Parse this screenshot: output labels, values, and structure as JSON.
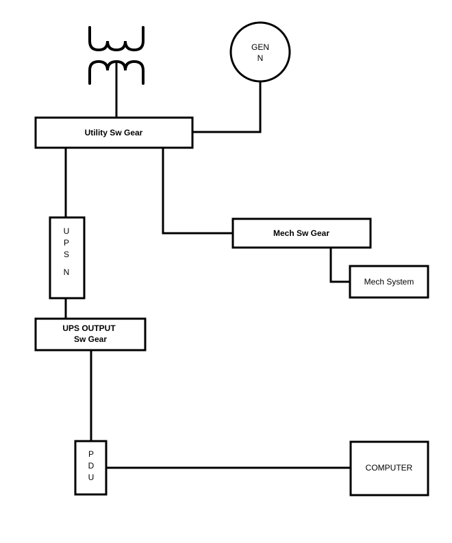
{
  "nodes": {
    "generator": {
      "line1": "GEN",
      "line2": "N"
    },
    "utility_swgear": {
      "label": "Utility Sw Gear"
    },
    "ups": {
      "letters": [
        "U",
        "P",
        "S",
        "",
        "N"
      ]
    },
    "ups_output_swgear": {
      "line1": "UPS OUTPUT",
      "line2": "Sw Gear"
    },
    "mech_swgear": {
      "label": "Mech Sw Gear"
    },
    "mech_system": {
      "label": "Mech System"
    },
    "pdu": {
      "letters": [
        "P",
        "D",
        "U"
      ]
    },
    "computer": {
      "label": "COMPUTER"
    }
  }
}
